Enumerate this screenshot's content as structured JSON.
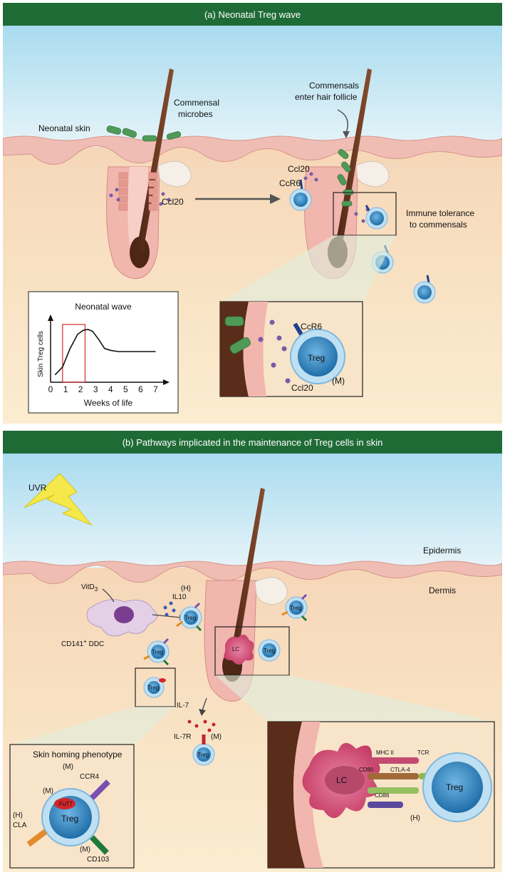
{
  "panel_a": {
    "header": "(a) Neonatal Treg wave",
    "neonatal_skin": "Neonatal skin",
    "commensal_l1": "Commensal",
    "commensal_l2": "microbes",
    "ccl20_left": "Ccl20",
    "enter_l1": "Commensals",
    "enter_l2": "enter hair follicle",
    "ccl20_right": "Ccl20",
    "ccr6_right": "CcR6",
    "tolerance_l1": "Immune tolerance",
    "tolerance_l2": "to commensals",
    "zoom": {
      "ccr6": "CcR6",
      "treg": "Treg",
      "ccl20": "Ccl20",
      "species": "(M)"
    },
    "chart_title": "Neonatal wave"
  },
  "chart_data": {
    "type": "line",
    "title": "Neonatal wave",
    "xlabel": "Weeks of life",
    "ylabel": "Skin Treg cells",
    "x_ticks": [
      "0",
      "1",
      "2",
      "3",
      "4",
      "5",
      "6",
      "7"
    ],
    "xlim": [
      0,
      7.5
    ],
    "series": [
      {
        "x": [
          0.3,
          0.8,
          1.3,
          1.8,
          2.2,
          2.5,
          2.8,
          3.2,
          3.6,
          4.0,
          4.5,
          5.0,
          6.0,
          7.0
        ],
        "y": [
          0.12,
          0.25,
          0.55,
          0.78,
          0.85,
          0.86,
          0.83,
          0.7,
          0.55,
          0.52,
          0.5,
          0.5,
          0.5,
          0.5
        ]
      }
    ],
    "highlight_x": [
      0.8,
      2.3
    ]
  },
  "panel_b": {
    "header": "(b) Pathways implicated in the maintenance of Treg cells in skin",
    "uvr": "UVR",
    "epidermis": "Epidermis",
    "dermis": "Dermis",
    "vitd": "VitD",
    "vitd_sub": "3",
    "il10": "IL10",
    "h_il10": "(H)",
    "ddc": "CD141",
    "ddc_sup": "+",
    "ddc_rest": " DDC",
    "lc": "LC",
    "treg": "Treg",
    "il7": "IL-7",
    "il7r": "IL-7R",
    "m_il7": "(M)",
    "homing_title": "Skin homing phenotype",
    "homing": {
      "ccr4_m": "(M)",
      "ccr4": "CCR4",
      "fut7_m": "(M)",
      "fut7": "FuT7",
      "treg": "Treg",
      "cla_h": "(H)",
      "cla": "CLA",
      "cd103_m": "(M)",
      "cd103": "CD103"
    },
    "lc_zoom": {
      "lc": "LC",
      "treg": "Treg",
      "mhc": "MHC II",
      "tcr": "TCR",
      "cd80": "CD80",
      "ctla4": "CTLA-4",
      "cd86": "CD86",
      "h": "(H)"
    }
  },
  "colors": {
    "header": "#1f6b36",
    "sky": "#cdeaf5",
    "epidermis": "#f2c4bd",
    "dermis": "#f7dfc2",
    "treg": "#3d92cf",
    "lc": "#d9567f",
    "hair": "#6b3a25",
    "microbe": "#4a9a54"
  }
}
